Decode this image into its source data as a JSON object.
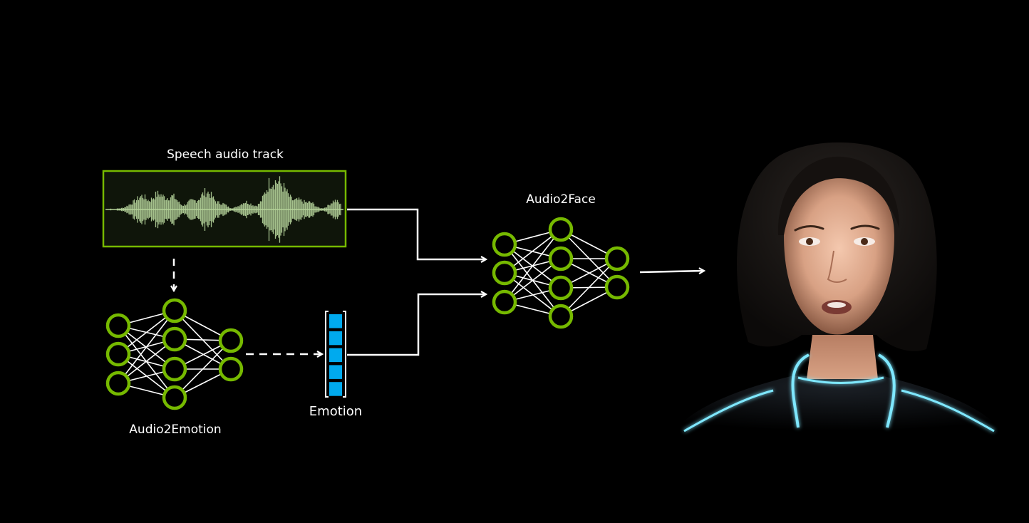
{
  "labels": {
    "audio_track": "Speech audio track",
    "audio2face": "Audio2Face",
    "audio2emotion": "Audio2Emotion",
    "emotion": "Emotion"
  },
  "colors": {
    "background": "#000000",
    "node_green": "#76b900",
    "waveform": "#b5d39a",
    "waveform_panel": "#0f150a",
    "emotion_cell": "#00aaee",
    "connector": "#ffffff",
    "glow": "#7fe8ff"
  },
  "icons": {
    "audio_waveform": "waveform-icon",
    "audio2emotion_network": "neural-network-icon",
    "audio2face_network": "neural-network-icon",
    "emotion_vector": "vector-icon",
    "output_face": "avatar-face-image"
  },
  "networks": {
    "audio2emotion": {
      "layers": [
        3,
        4,
        2
      ]
    },
    "audio2face": {
      "layers": [
        3,
        4,
        2
      ]
    }
  },
  "emotion_vector": {
    "cells": 5
  }
}
